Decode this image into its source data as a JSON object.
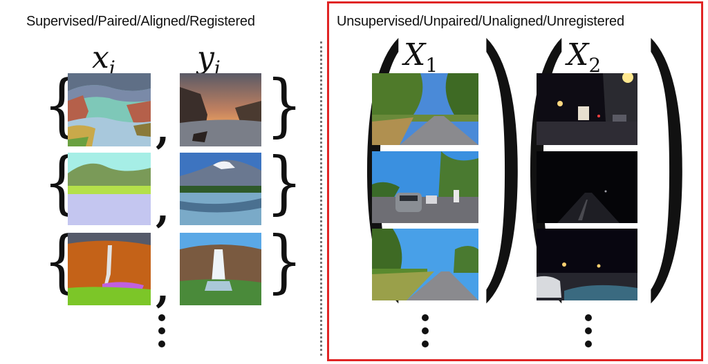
{
  "left_panel": {
    "heading": "Supervised/Paired/Aligned/Registered",
    "var_x": {
      "base": "x",
      "sub": "i"
    },
    "var_y": {
      "base": "y",
      "sub": "i"
    },
    "pairs": [
      {
        "source": "segmentation-map-canyon",
        "target": "photo-canyon-sunset"
      },
      {
        "source": "segmentation-map-mountain-lake",
        "target": "photo-mountain-lake"
      },
      {
        "source": "segmentation-map-waterfall",
        "target": "photo-waterfall"
      }
    ],
    "comma": ","
  },
  "right_panel": {
    "heading": "Unsupervised/Unpaired/Unaligned/Unregistered",
    "var_x1": {
      "base": "X",
      "sub": "1"
    },
    "var_x2": {
      "base": "X",
      "sub": "2"
    },
    "domain_1_images": [
      "day-road-trees",
      "day-road-cars",
      "day-road-hedge"
    ],
    "domain_2_images": [
      "night-street-lights",
      "night-road-dark",
      "night-road-car"
    ],
    "comma": ","
  },
  "colors": {
    "frame": "#e02424",
    "divider": "#777777"
  }
}
